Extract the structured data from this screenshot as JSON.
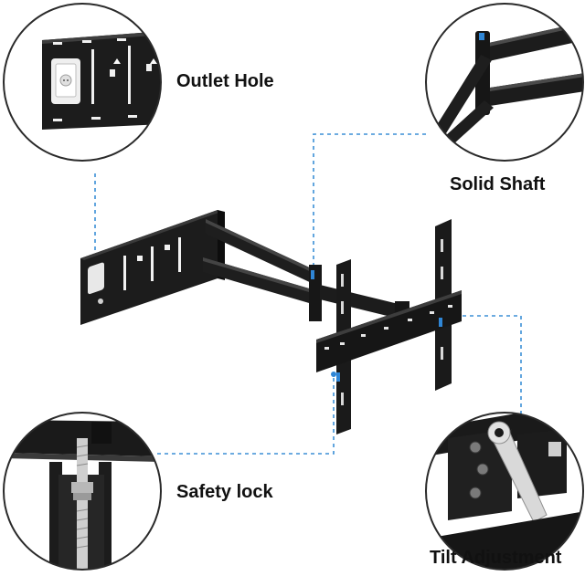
{
  "labels": {
    "outlet_hole": "Outlet Hole",
    "solid_shaft": "Solid Shaft",
    "safety_lock": "Safety lock",
    "tilt_adjustment": "Tilt Adjustment"
  },
  "colors": {
    "callout_line": "#3b8fd6",
    "callout_ring": "#2a2a2a",
    "metal": "#1b1b1b",
    "accent_dot": "#2f86d6"
  }
}
